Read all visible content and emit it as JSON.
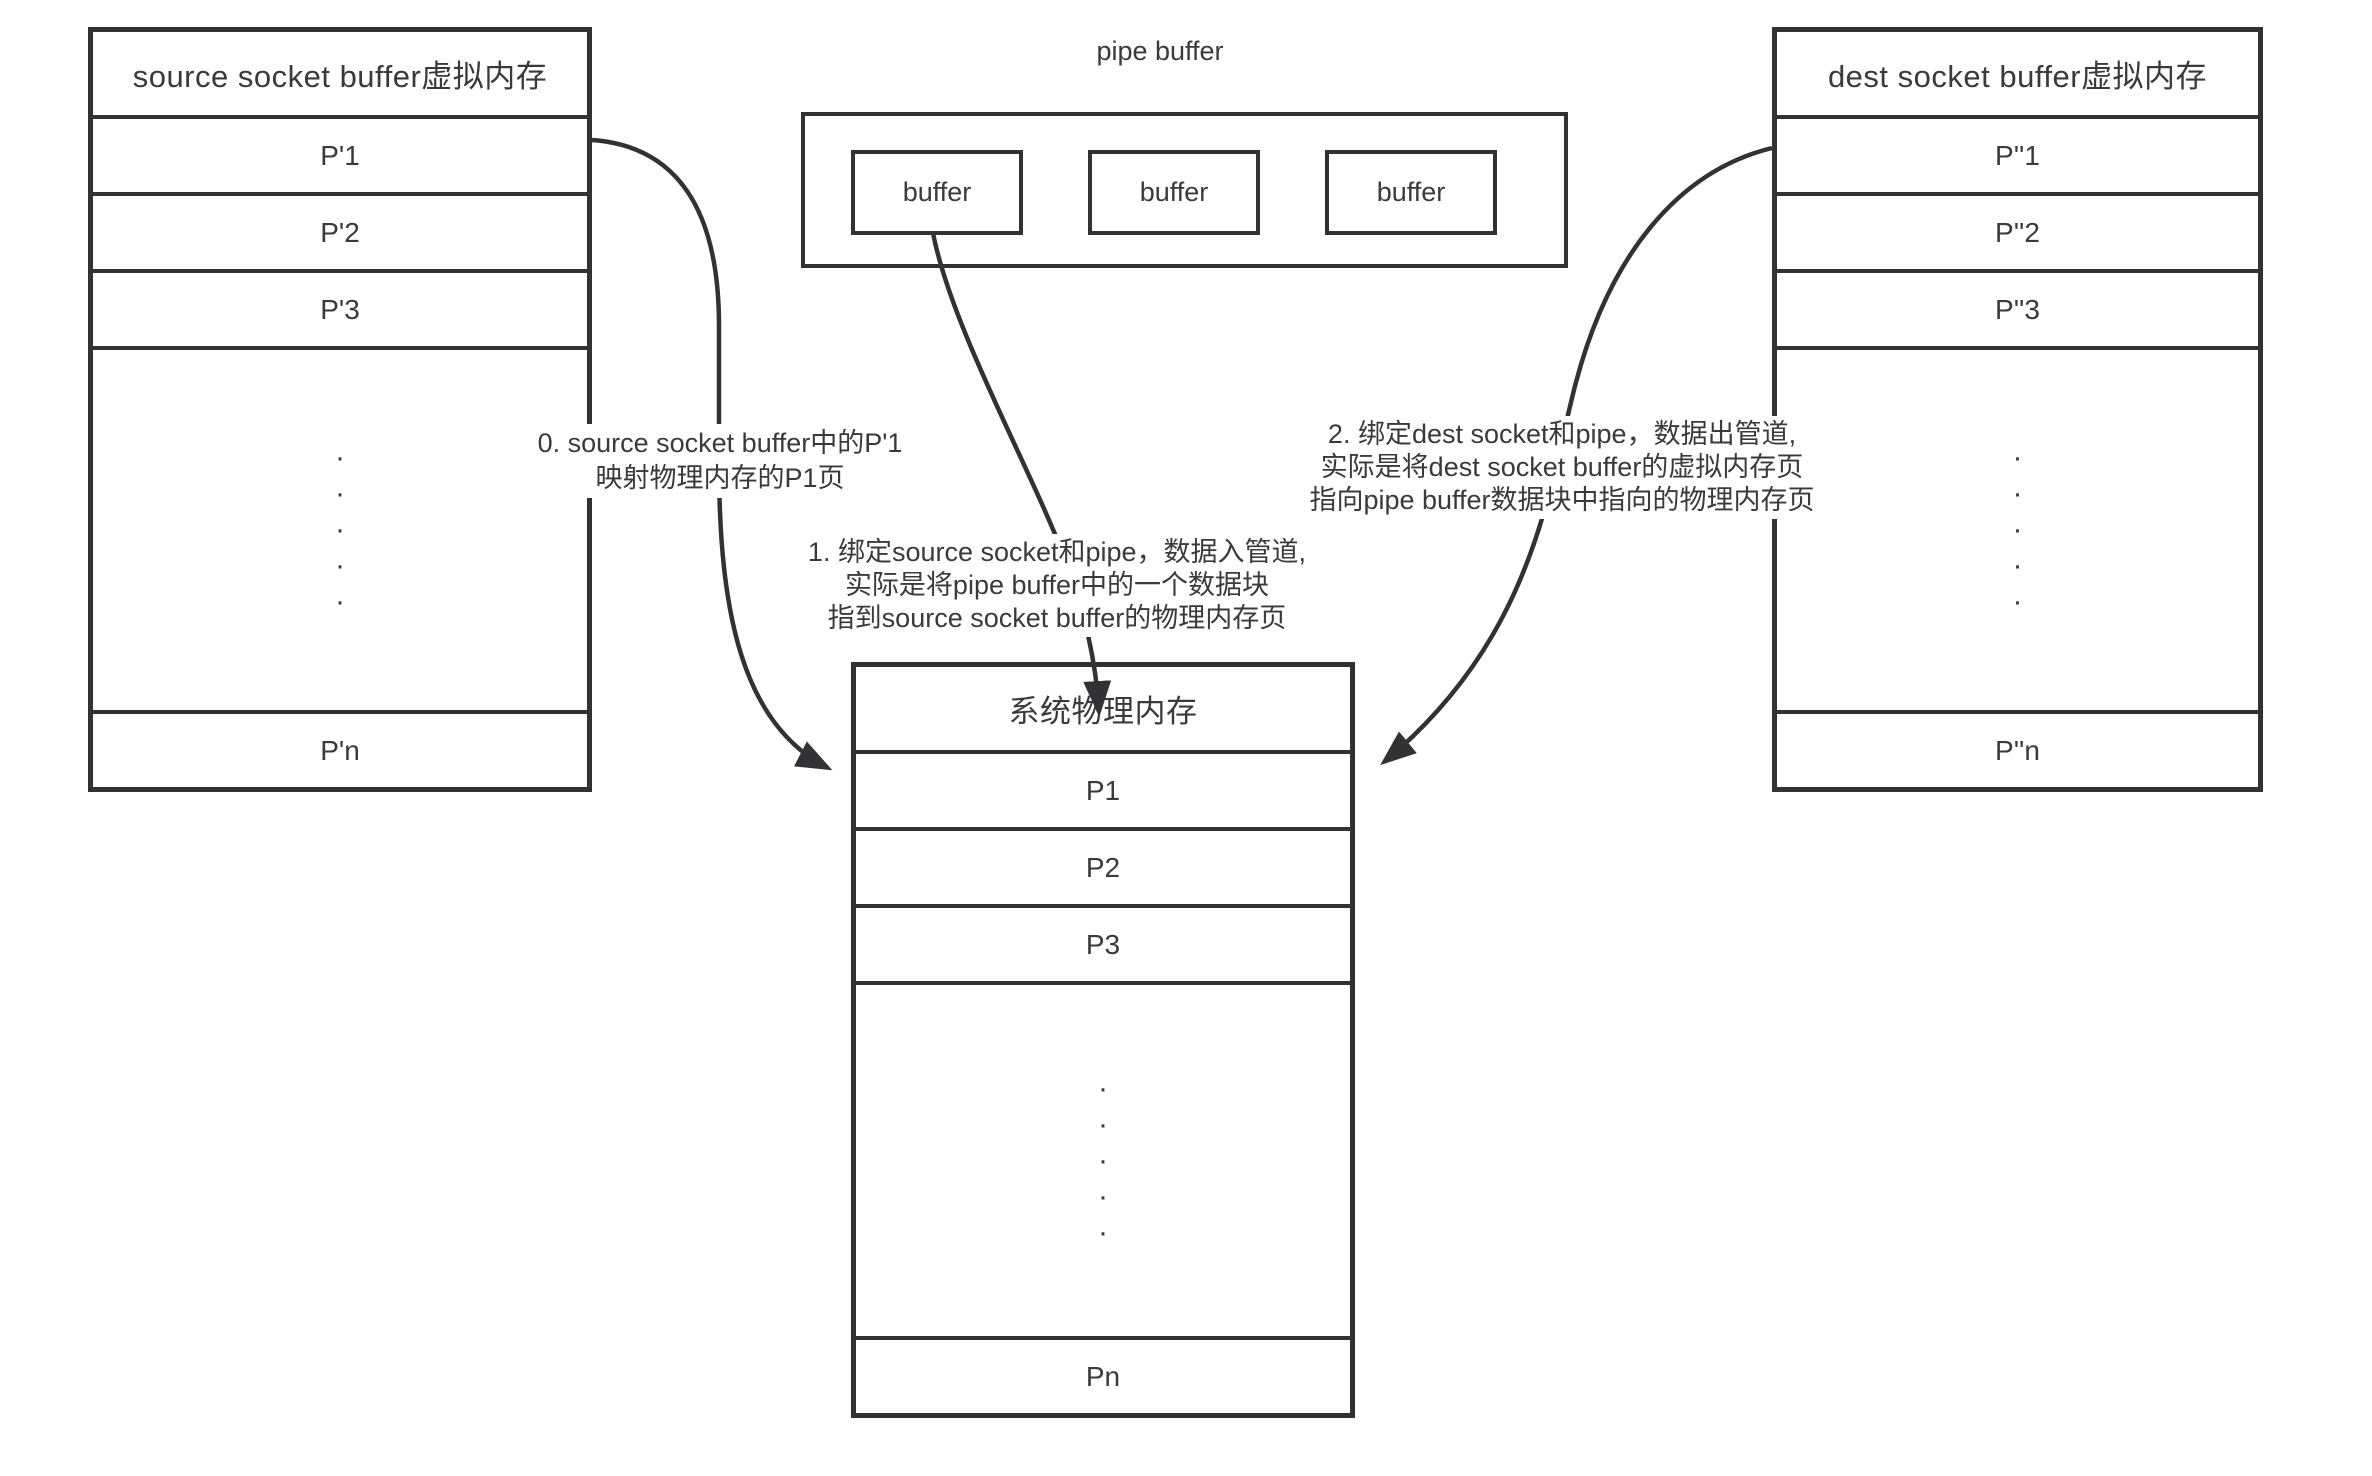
{
  "colors": {
    "line": "#323234",
    "text": "#3a3a3c",
    "background": "#ffffff"
  },
  "source_box": {
    "title": "source socket buffer虚拟内存",
    "pages": [
      "P'1",
      "P'2",
      "P'3"
    ],
    "ellipsis": "·\n·\n·\n·\n·",
    "last_page": "P'n"
  },
  "pipe": {
    "label": "pipe buffer",
    "buffers": [
      "buffer",
      "buffer",
      "buffer"
    ]
  },
  "dest_box": {
    "title": "dest socket buffer虚拟内存",
    "pages": [
      "P''1",
      "P''2",
      "P''3"
    ],
    "ellipsis": "·\n·\n·\n·\n·",
    "last_page": "P''n"
  },
  "physical_box": {
    "title": "系统物理内存",
    "pages": [
      "P1",
      "P2",
      "P3"
    ],
    "ellipsis": "·\n·\n·\n·\n·",
    "last_page": "Pn"
  },
  "annotations": {
    "step0": {
      "lines": [
        "0. source socket buffer中的P'1",
        "映射物理内存的P1页"
      ]
    },
    "step1": {
      "lines": [
        "1. 绑定source socket和pipe，数据入管道,",
        "实际是将pipe buffer中的一个数据块",
        "指到source socket buffer的物理内存页"
      ]
    },
    "step2": {
      "lines": [
        "2. 绑定dest socket和pipe，数据出管道,",
        "实际是将dest socket buffer的虚拟内存页",
        "指向pipe buffer数据块中指向的物理内存页"
      ]
    }
  }
}
